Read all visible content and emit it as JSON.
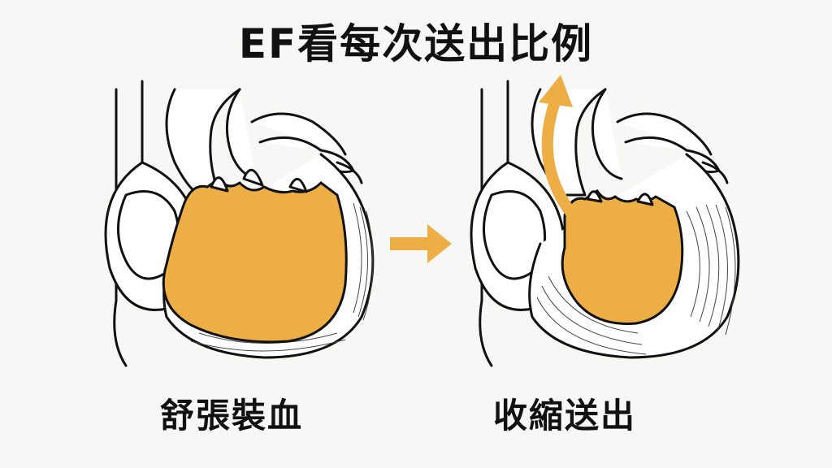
{
  "title": "EF看每次送出比例",
  "panels": {
    "diastole": {
      "label": "舒張裝血"
    },
    "systole": {
      "label": "收縮送出"
    }
  },
  "colors": {
    "blood": "#ecae45",
    "outline": "#111111",
    "muscle": "#ffffff",
    "background": "#f7f7f5"
  },
  "icons": {
    "transition": "right-arrow-icon",
    "ejection": "curved-up-arrow-icon"
  }
}
